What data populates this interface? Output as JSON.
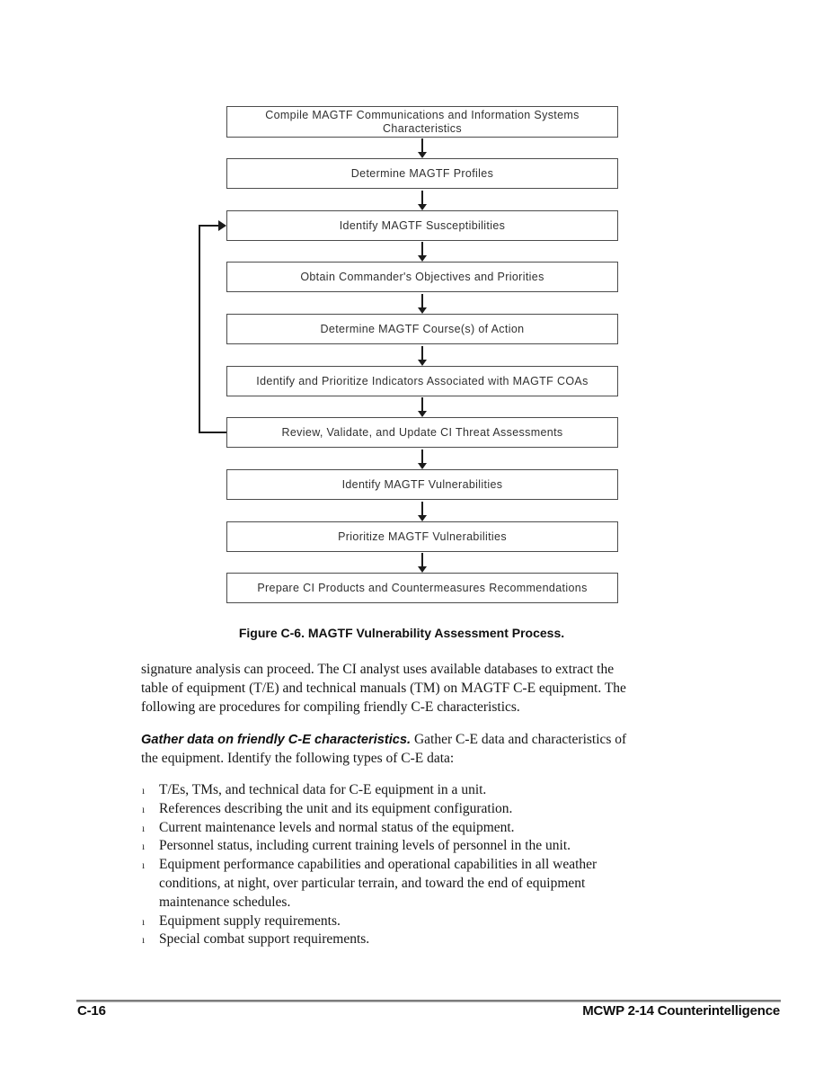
{
  "figure": {
    "caption": "Figure C-6. MAGTF Vulnerability Assessment Process.",
    "boxes": [
      "Compile MAGTF Communications and Information Systems Characteristics",
      "Determine MAGTF Profiles",
      "Identify MAGTF Susceptibilities",
      "Obtain Commander's Objectives and Priorities",
      "Determine MAGTF Course(s) of Action",
      "Identify and Prioritize Indicators Associated with MAGTF COAs",
      "Review, Validate, and Update CI Threat Assessments",
      "Identify MAGTF Vulnerabilities",
      "Prioritize MAGTF Vulnerabilities",
      "Prepare CI Products and Countermeasures Recommendations"
    ],
    "feedback_loop": {
      "from": "Review, Validate, and Update CI Threat Assessments",
      "to": "Identify MAGTF Susceptibilities"
    }
  },
  "content": {
    "paragraph_1": [
      "signature analysis can proceed. The CI analyst uses available databases to extract the",
      "table of equipment (T/E) and technical manuals (TM) on MAGTF C-E equipment. The",
      "following are procedures for compiling friendly C-E characteristics."
    ],
    "paragraph_2_lead": "Gather data on friendly C-E characteristics.",
    "paragraph_2_rest": [
      " Gather C-E data and characteristics of",
      "the equipment. Identify the following types of C-E data:"
    ],
    "bullet_glyph": "ı",
    "bullets": [
      "T/Es, TMs, and technical data for C-E equipment in a unit.",
      "References describing the unit and its equipment configuration.",
      "Current maintenance levels and normal status of the equipment.",
      "Personnel status, including current training levels of personnel in the unit.",
      [
        "Equipment performance capabilities and operational capabilities in all weather",
        "conditions, at night, over particular terrain, and toward the end of equipment",
        "maintenance schedules."
      ],
      "Equipment supply requirements.",
      "Special combat support requirements."
    ]
  },
  "footer": {
    "page_number": "C-16",
    "doc_title": "MCWP 2-14 Counterintelligence"
  },
  "colors": {
    "box_border": "#4c4c4c",
    "flow_line": "#1c1c1c",
    "body_text": "#161616",
    "footer_rule": "#7d7d7d"
  }
}
